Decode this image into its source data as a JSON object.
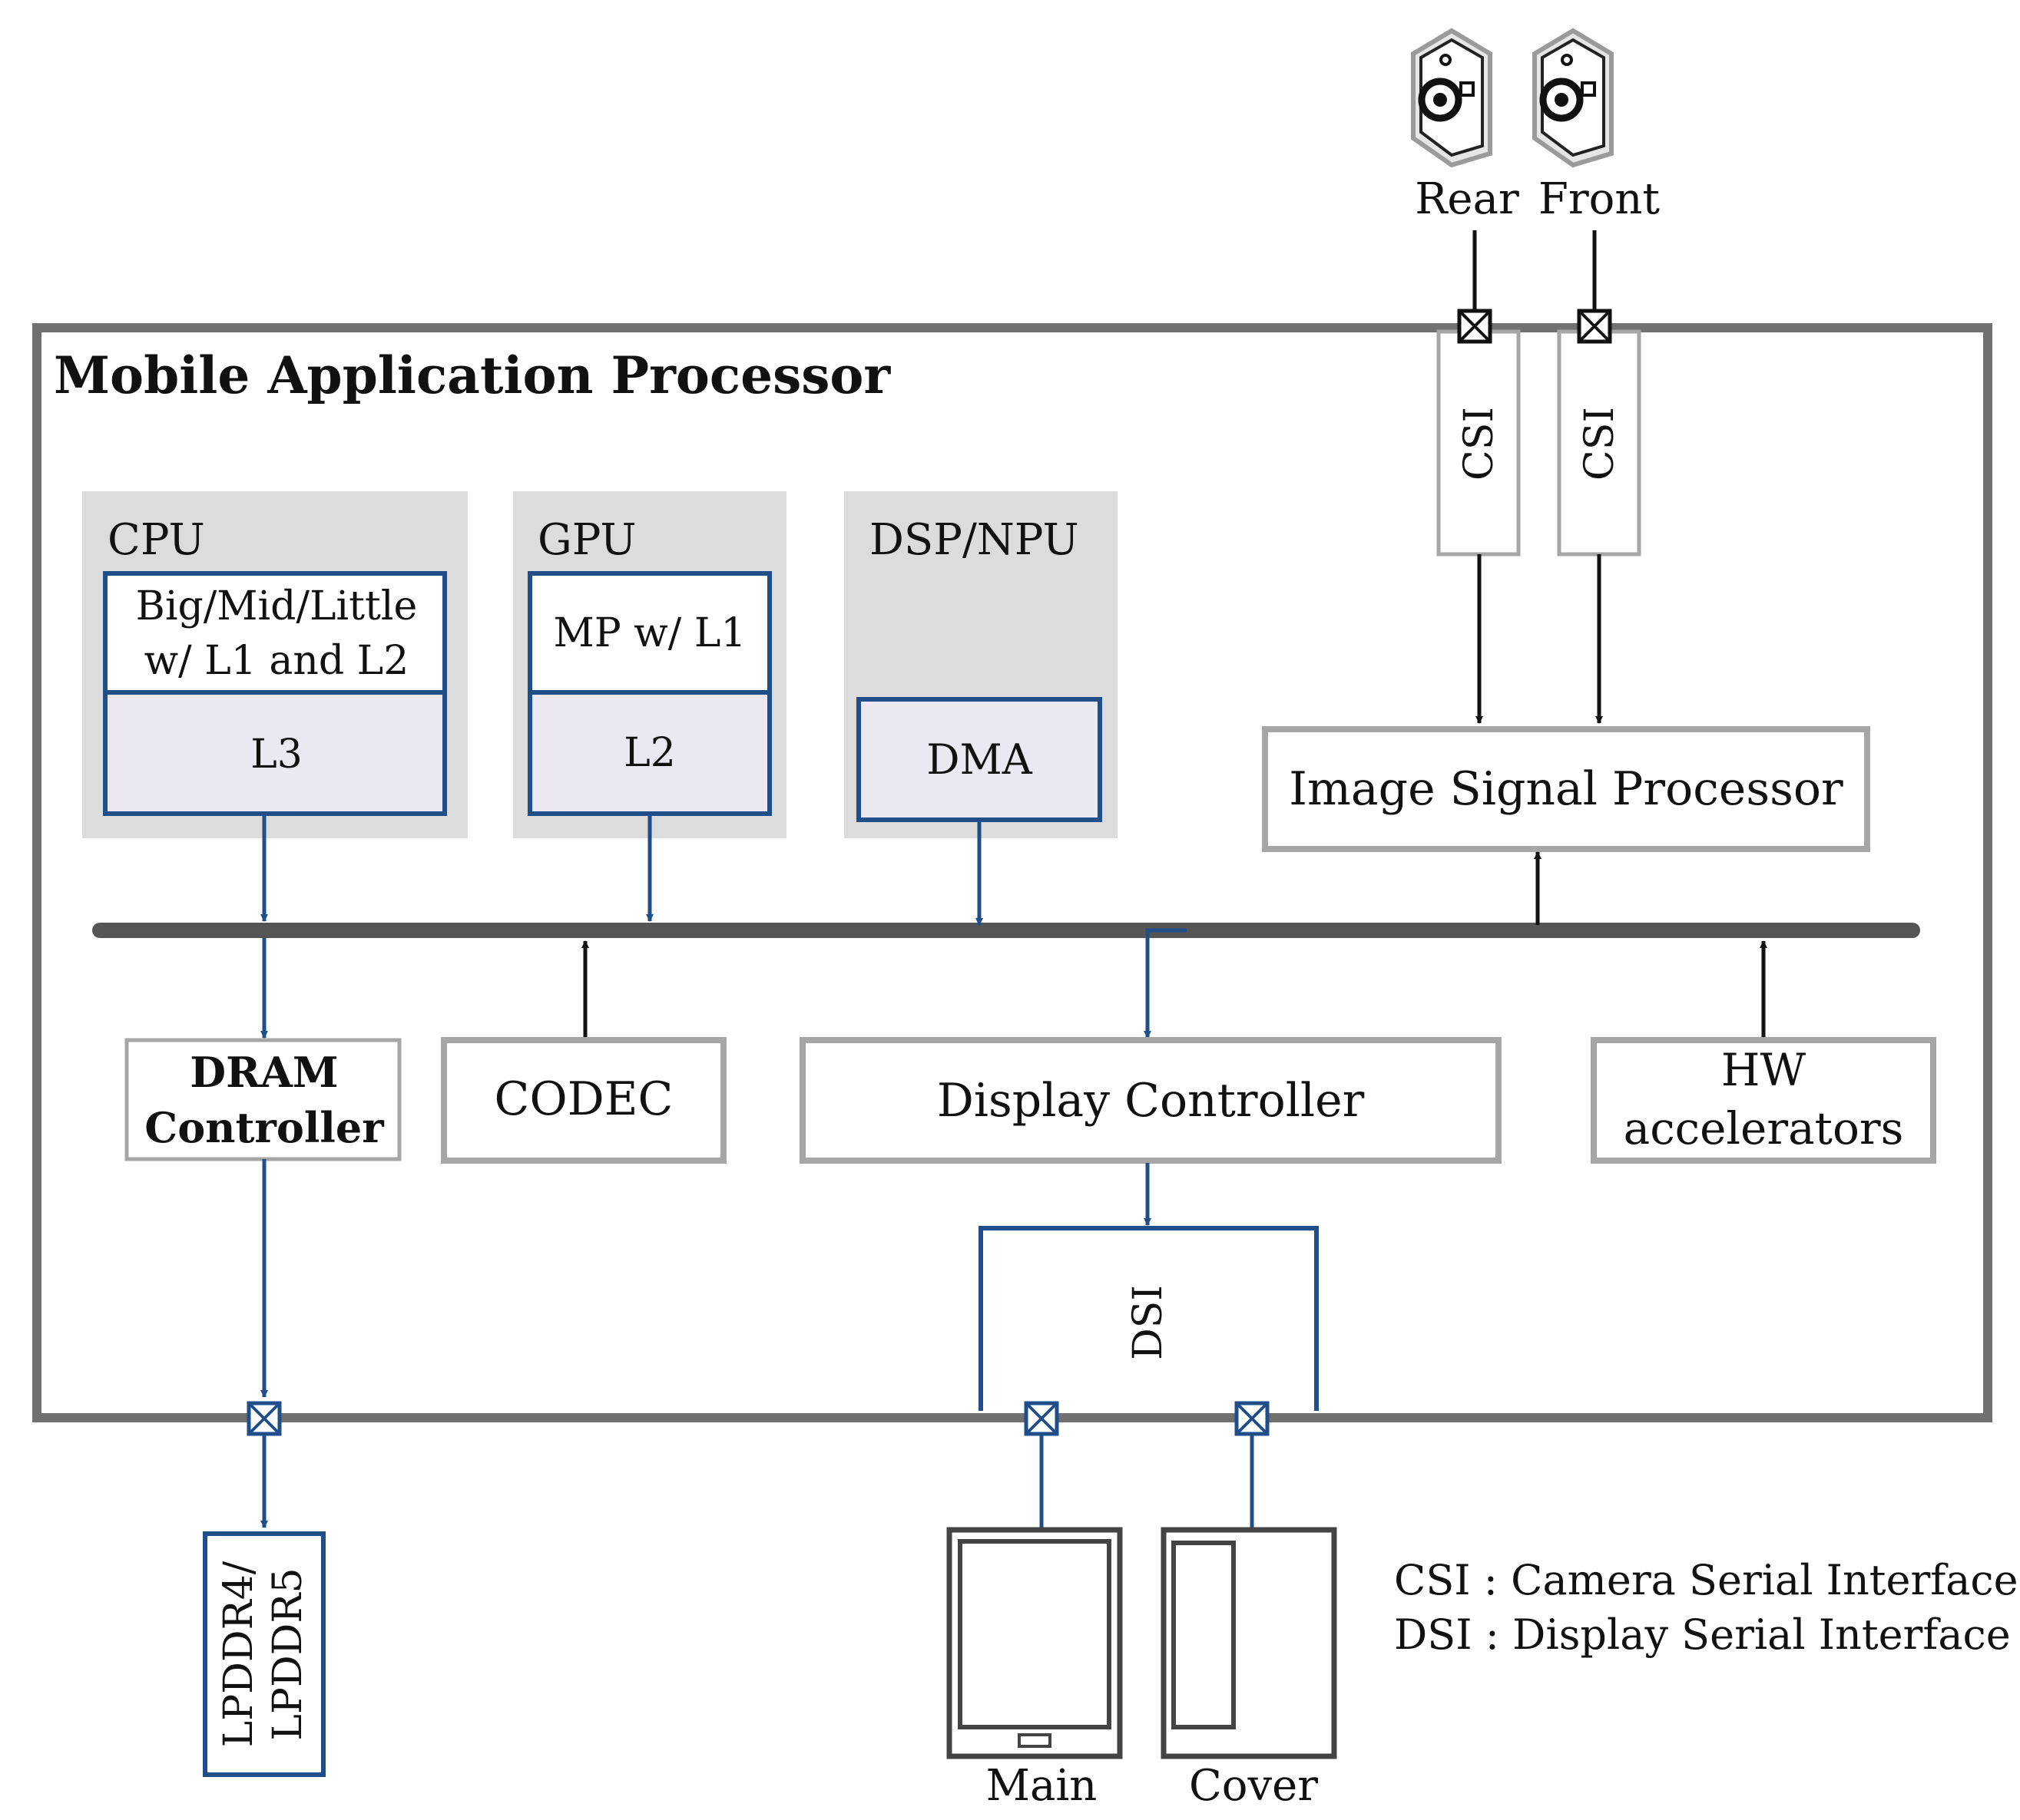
{
  "title": "Mobile Application Processor",
  "cameras": {
    "rear_label": "Rear",
    "front_label": "Front",
    "icon": "camera-icon"
  },
  "cpu": {
    "label": "CPU",
    "core_line1": "Big/Mid/Little",
    "core_line2": "w/ L1 and L2",
    "cache": "L3"
  },
  "gpu": {
    "label": "GPU",
    "core": "MP w/ L1",
    "cache": "L2"
  },
  "dsp": {
    "label": "DSP/NPU",
    "dma": "DMA"
  },
  "csi": {
    "rear": "CSI",
    "front": "CSI"
  },
  "isp": {
    "label": "Image Signal Processor"
  },
  "dram": {
    "line1": "DRAM",
    "line2": "Controller"
  },
  "codec": {
    "label": "CODEC"
  },
  "display_controller": {
    "label": "Display Controller"
  },
  "hw_accel": {
    "line1": "HW",
    "line2": "accelerators"
  },
  "dsi": {
    "label": "DSI"
  },
  "memory": {
    "line1": "LPDDR4/",
    "line2": "LPDDR5"
  },
  "displays": {
    "main": "Main",
    "cover": "Cover"
  },
  "legend": {
    "csi": "CSI : Camera Serial Interface",
    "dsi": "DSI : Display Serial Interface"
  },
  "colors": {
    "blue": "#1f4e89",
    "gray_border": "#a6a6a6",
    "frame": "#707070",
    "bus": "#555555",
    "panel": "#dcdcdc",
    "cache_fill": "#ebe8f2"
  }
}
